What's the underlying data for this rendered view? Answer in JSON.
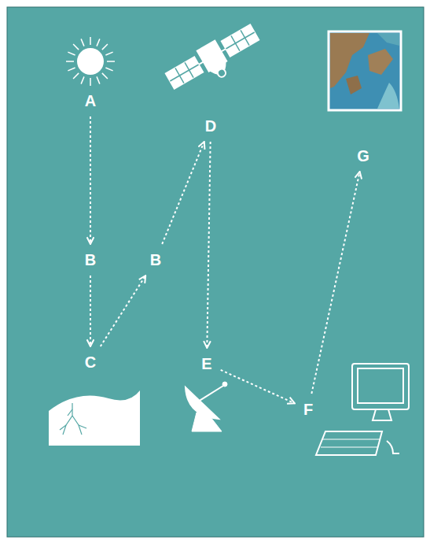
{
  "diagram": {
    "nodes": [
      {
        "text": [
          "A"
        ]
      },
      {
        "text": [
          "D"
        ]
      },
      {
        "text": [
          "G"
        ]
      },
      {
        "text": [
          "B"
        ]
      },
      {
        "text": [
          "B"
        ]
      },
      {
        "text": [
          "C"
        ]
      },
      {
        "text": [
          "E"
        ]
      },
      {
        "text": [
          "F"
        ]
      }
    ],
    "edges": [
      {
        "from": 0,
        "to": 3,
        "arrow": "to"
      },
      {
        "from": 3,
        "to": 5,
        "arrow": "to"
      },
      {
        "from": 5,
        "to": 4,
        "arrow": "to"
      },
      {
        "from": 4,
        "to": 1,
        "arrow": "to"
      },
      {
        "from": 1,
        "to": 6,
        "arrow": "to"
      },
      {
        "from": 6,
        "to": 7,
        "arrow": "to"
      },
      {
        "from": 7,
        "to": 2,
        "arrow": "to"
      }
    ]
  }
}
